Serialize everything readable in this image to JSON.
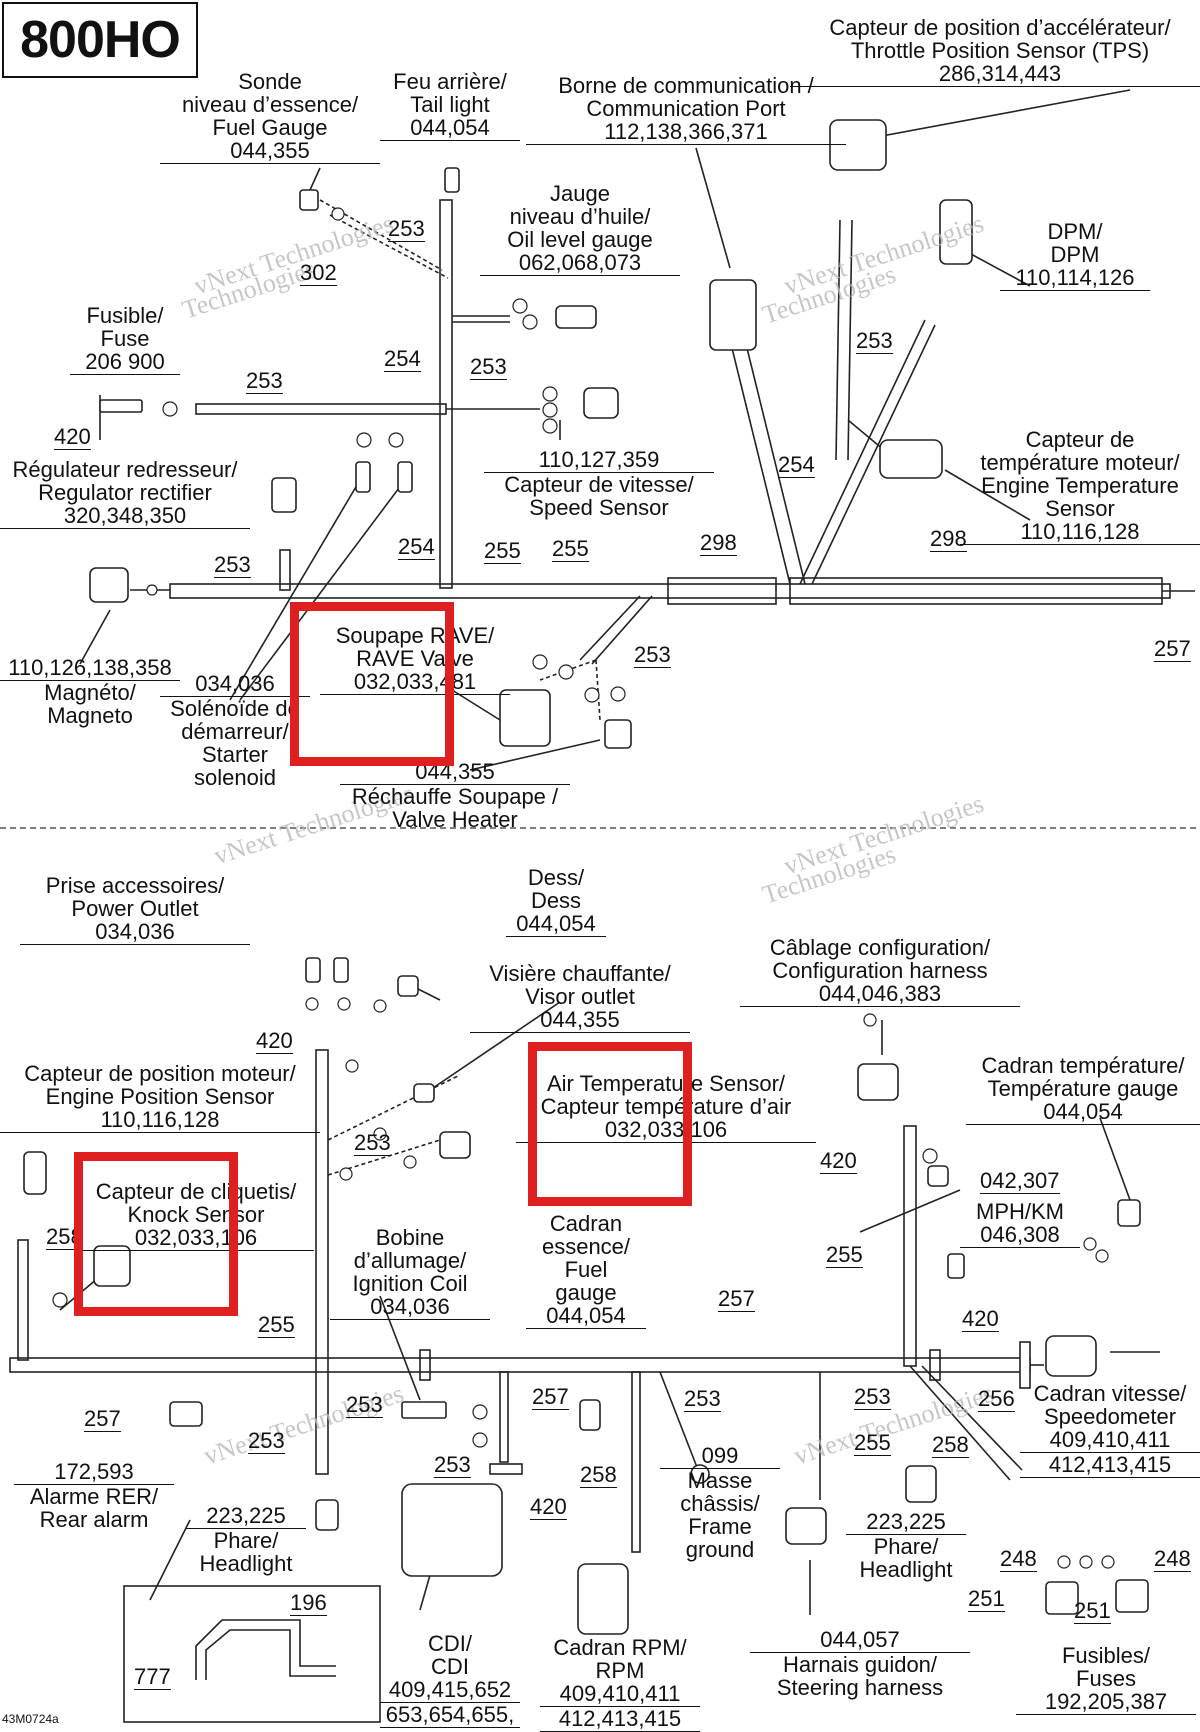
{
  "model": "800HO",
  "figure_id": "43M0724a",
  "watermark": [
    "vNext",
    "vNext Technologies",
    "Technologies"
  ],
  "colors": {
    "highlight": "#e02020",
    "line": "#222222"
  },
  "components": [
    {
      "id": "tps",
      "lines": [
        "Capteur de position d’accélérateur/",
        "Throttle Position Sensor (TPS)"
      ],
      "code": "286,314,443"
    },
    {
      "id": "comm_port",
      "lines": [
        "Borne de communication /",
        "Communication Port"
      ],
      "code": "112,138,366,371"
    },
    {
      "id": "tail_light",
      "lines": [
        "Feu arrière/",
        "Tail light"
      ],
      "code": "044,054"
    },
    {
      "id": "fuel_gauge_sensor",
      "lines": [
        "Sonde",
        "niveau d’essence/",
        "Fuel Gauge"
      ],
      "code": "044,355"
    },
    {
      "id": "oil_level",
      "lines": [
        "Jauge",
        "niveau d’huile/",
        "Oil level gauge"
      ],
      "code": "062,068,073"
    },
    {
      "id": "dpm",
      "lines": [
        "DPM/",
        "DPM"
      ],
      "code": "110,114,126"
    },
    {
      "id": "fuse",
      "lines": [
        "Fusible/",
        "Fuse"
      ],
      "code": "206 900"
    },
    {
      "id": "regulator",
      "lines": [
        "Régulateur redresseur/",
        "Regulator rectifier"
      ],
      "code": "320,348,350"
    },
    {
      "id": "speed_sensor",
      "lines": [
        "Capteur de vitesse/",
        "Speed Sensor"
      ],
      "code": "110,127,359",
      "code_above": true
    },
    {
      "id": "engine_temp",
      "lines": [
        "Capteur de",
        "température moteur/",
        "Engine Temperature",
        "Sensor"
      ],
      "code": "110,116,128"
    },
    {
      "id": "magneto",
      "lines": [
        "Magnéto/",
        "Magneto"
      ],
      "code": "110,126,138,358",
      "code_above": true
    },
    {
      "id": "starter_solenoid",
      "lines": [
        "Solénoïde de",
        "démarreur/",
        "Starter",
        "solenoid"
      ],
      "code": "034,036",
      "code_above": true
    },
    {
      "id": "rave_valve",
      "lines": [
        "Soupape RAVE/",
        "RAVE Valve"
      ],
      "code": "032,033,481"
    },
    {
      "id": "valve_heater",
      "lines": [
        "Réchauffe Soupape /",
        "Valve Heater"
      ],
      "code": "044,355",
      "code_above": true
    },
    {
      "id": "power_outlet",
      "lines": [
        "Prise accessoires/",
        "Power Outlet"
      ],
      "code": "034,036"
    },
    {
      "id": "dess",
      "lines": [
        "Dess/",
        "Dess"
      ],
      "code": "044,054"
    },
    {
      "id": "visor_outlet",
      "lines": [
        "Visière chauffante/",
        "Visor outlet"
      ],
      "code": "044,355"
    },
    {
      "id": "config_harness",
      "lines": [
        "Câblage configuration/",
        "Configuration harness"
      ],
      "code": "044,046,383"
    },
    {
      "id": "temp_gauge",
      "lines": [
        "Cadran température/",
        "Température gauge"
      ],
      "code": "044,054"
    },
    {
      "id": "engine_position",
      "lines": [
        "Capteur de position moteur/",
        "Engine Position Sensor"
      ],
      "code": "110,116,128"
    },
    {
      "id": "air_temp",
      "lines": [
        "Air Temperature Sensor/",
        "Capteur température d’air"
      ],
      "code": "032,033,106"
    },
    {
      "id": "knock_sensor",
      "lines": [
        "Capteur de cliquetis/",
        "Knock Sensor"
      ],
      "code": "032,033,106"
    },
    {
      "id": "ignition_coil",
      "lines": [
        "Bobine",
        "d’allumage/",
        "Ignition Coil"
      ],
      "code": "034,036"
    },
    {
      "id": "fuel_gauge_dial",
      "lines": [
        "Cadran",
        "essence/",
        "Fuel",
        "gauge"
      ],
      "code": "044,054"
    },
    {
      "id": "mph_km",
      "lines": [
        "MPH/KM"
      ],
      "code": "046,308"
    },
    {
      "id": "speedometer",
      "lines": [
        "Cadran vitesse/",
        "Speedometer"
      ],
      "code": "409,410,411",
      "code2": "412,413,415"
    },
    {
      "id": "rear_alarm",
      "lines": [
        "Alarme RER/",
        "Rear alarm"
      ],
      "code": "172,593",
      "code_above": true
    },
    {
      "id": "headlight_left",
      "lines": [
        "Phare/",
        "Headlight"
      ],
      "code": "223,225",
      "code_above": true
    },
    {
      "id": "cdi",
      "lines": [
        "CDI/",
        "CDI"
      ],
      "code": "409,415,652",
      "code2": "653,654,655,"
    },
    {
      "id": "rpm",
      "lines": [
        "Cadran RPM/",
        "RPM"
      ],
      "code": "409,410,411",
      "code2": "412,413,415"
    },
    {
      "id": "frame_ground",
      "lines": [
        "Masse",
        "châssis/",
        "Frame",
        "ground"
      ],
      "code": "099",
      "code_above": true
    },
    {
      "id": "steering_harness",
      "lines": [
        "Harnais guidon/",
        "Steering harness"
      ],
      "code": "044,057",
      "code_above": true
    },
    {
      "id": "headlight_right",
      "lines": [
        "Phare/",
        "Headlight"
      ],
      "code": "223,225",
      "code_above": true
    },
    {
      "id": "fuses",
      "lines": [
        "Fusibles/",
        "Fuses"
      ],
      "code": "192,205,387"
    }
  ],
  "refs": {
    "r302": "302",
    "r253a": "253",
    "r254a": "254",
    "r253b": "253",
    "r253c": "253",
    "r420a": "420",
    "r253d": "253",
    "r254b": "254",
    "r255a": "255",
    "r255b": "255",
    "r298a": "298",
    "r298b": "298",
    "r254c": "254",
    "r253e": "253",
    "r257a": "257",
    "r253f": "253",
    "r420b": "420",
    "r253g": "253",
    "r258a": "258",
    "r255c": "255",
    "r257b": "257",
    "r420c": "420",
    "r042": "042,307",
    "r255d": "255",
    "r420d": "420",
    "r257c": "257",
    "r256": "256",
    "r253h": "253",
    "r253i": "253",
    "r257d": "257",
    "r253j": "253",
    "r420e": "420",
    "r258b": "258",
    "r253k": "253",
    "r253l": "253",
    "r255e": "255",
    "r258c": "258",
    "r196": "196",
    "r777": "777",
    "r248a": "248",
    "r248b": "248",
    "r251a": "251",
    "r251b": "251"
  }
}
